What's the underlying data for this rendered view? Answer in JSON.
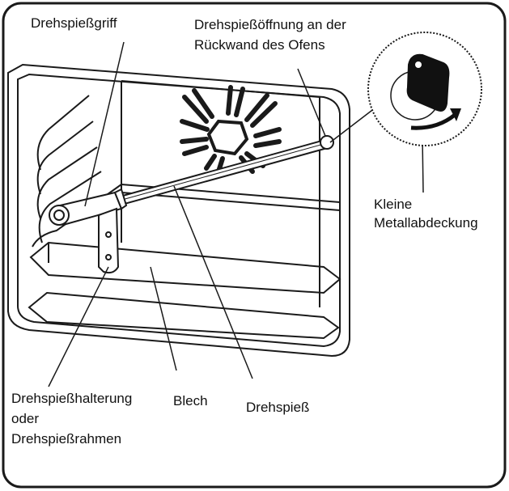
{
  "labels": {
    "spit_handle": "Drehspießgriff",
    "spit_opening_line1": "Drehspießöffnung an der",
    "spit_opening_line2": "Rückwand des Ofens",
    "metal_cover_line1": "Kleine",
    "metal_cover_line2": "Metallabdeckung",
    "spit_holder_line1": "Drehspießhalterung",
    "spit_holder_line2": "oder",
    "spit_holder_line3": "Drehspießrahmen",
    "tray": "Blech",
    "spit": "Drehspieß"
  },
  "colors": {
    "stroke": "#1a1a1a",
    "background": "#ffffff",
    "cover_fill": "#111111"
  },
  "icons": [
    "fan-vent-icon",
    "rotation-arrow-icon"
  ]
}
